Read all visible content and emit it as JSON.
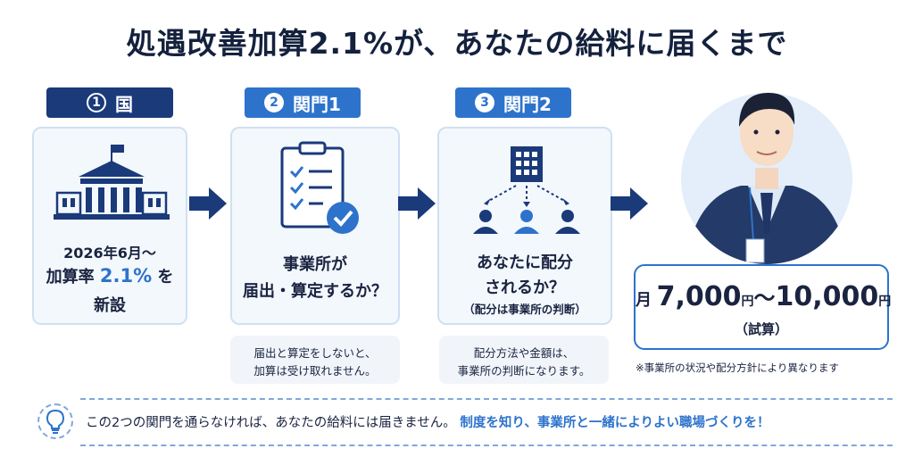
{
  "title": "処遇改善加算2.1%が、あなたの給料に届くまで",
  "steps": [
    {
      "num": "1",
      "label": "国",
      "lines": [
        "2026年6月～",
        "加算率",
        "2.1%",
        "を",
        "新設"
      ]
    },
    {
      "num": "2",
      "label": "関門1",
      "lines": [
        "事業所が",
        "届出・算定するか？"
      ],
      "note": [
        "届出と算定をしないと、",
        "加算は受け取れません。"
      ]
    },
    {
      "num": "3",
      "label": "関門2",
      "lines": [
        "あなたに配分",
        "されるか？",
        "（配分は事業所の判断）"
      ],
      "note": [
        "配分方法や金額は、",
        "事業所の判断になります。"
      ]
    }
  ],
  "salary": {
    "prefix": "月",
    "amount_low": "7,000",
    "unit1": "円",
    "tilde": "～",
    "amount_high": "10,000",
    "unit2": "円",
    "sub": "（試算）",
    "footnote": "※事業所の状況や配分方針により異なります"
  },
  "bottom": {
    "text": "この2つの関門を通らなければ、あなたの給料には届きません。",
    "highlight": "制度を知り、事業所と一緒によりよい職場づくりを！"
  },
  "colors": {
    "navy": "#1a3a7a",
    "blue": "#2d73cc",
    "card_bg": "#f3f8fd",
    "card_border": "#cfe0f3"
  },
  "icons": [
    "government-building-icon",
    "checklist-clipboard-icon",
    "office-distribution-icon",
    "arrow-right-icon",
    "lightbulb-icon",
    "employee-illustration"
  ]
}
